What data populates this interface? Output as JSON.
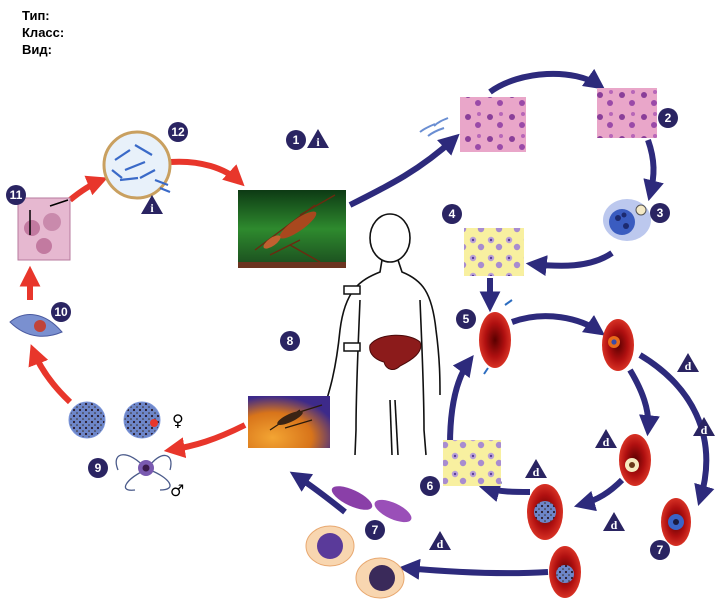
{
  "header": {
    "type_label": "Тип:",
    "class_label": "Класс:",
    "species_label": "Вид:"
  },
  "stage_numbers": [
    "1",
    "2",
    "3",
    "4",
    "5",
    "6",
    "7",
    "7",
    "8",
    "9",
    "10",
    "11",
    "12"
  ],
  "stage_markers": {
    "infective": "i",
    "diagnostic": "d"
  },
  "sex_symbols": {
    "female": "♀",
    "male": "♂"
  },
  "colors": {
    "human_cycle_arrow": "#2d2a7c",
    "mosquito_cycle_arrow": "#e8362b",
    "badge": "#2a2462"
  },
  "icons": [
    "mosquito-image",
    "human-silhouette-icon",
    "liver-icon",
    "red-blood-cell-icon",
    "liver-tissue-image",
    "blood-smear-image",
    "oocyst-image"
  ]
}
